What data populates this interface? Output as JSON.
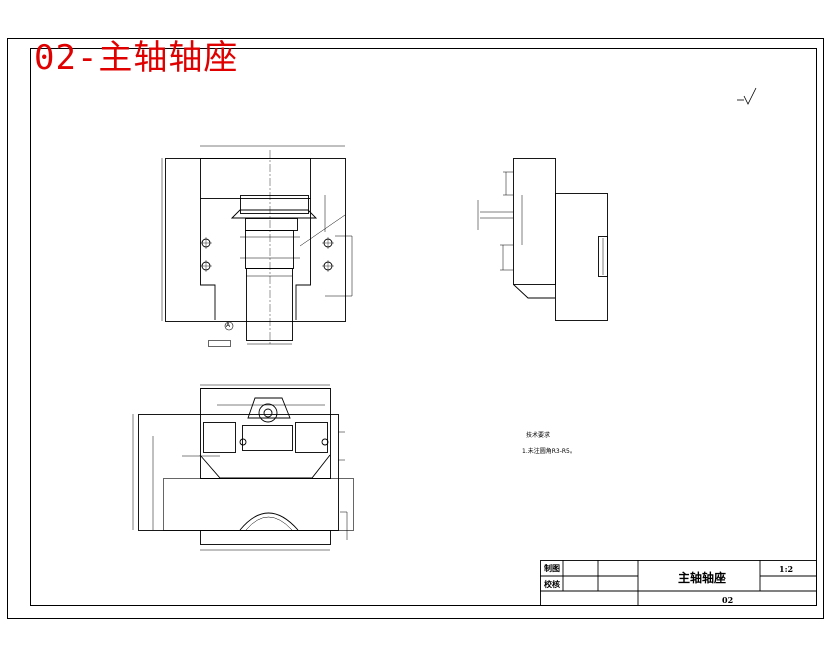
{
  "heading": "02-主轴轴座",
  "title_block": {
    "row1_label": "制图",
    "row2_label": "校核",
    "part_name": "主轴轴座",
    "scale": "1:2",
    "drawing_number": "02"
  },
  "notes": {
    "title": "技术要求",
    "line1": "1.未注圆角R3-R5。"
  },
  "datum": "A",
  "colors": {
    "heading": "#e00000",
    "lines": "#000000"
  }
}
